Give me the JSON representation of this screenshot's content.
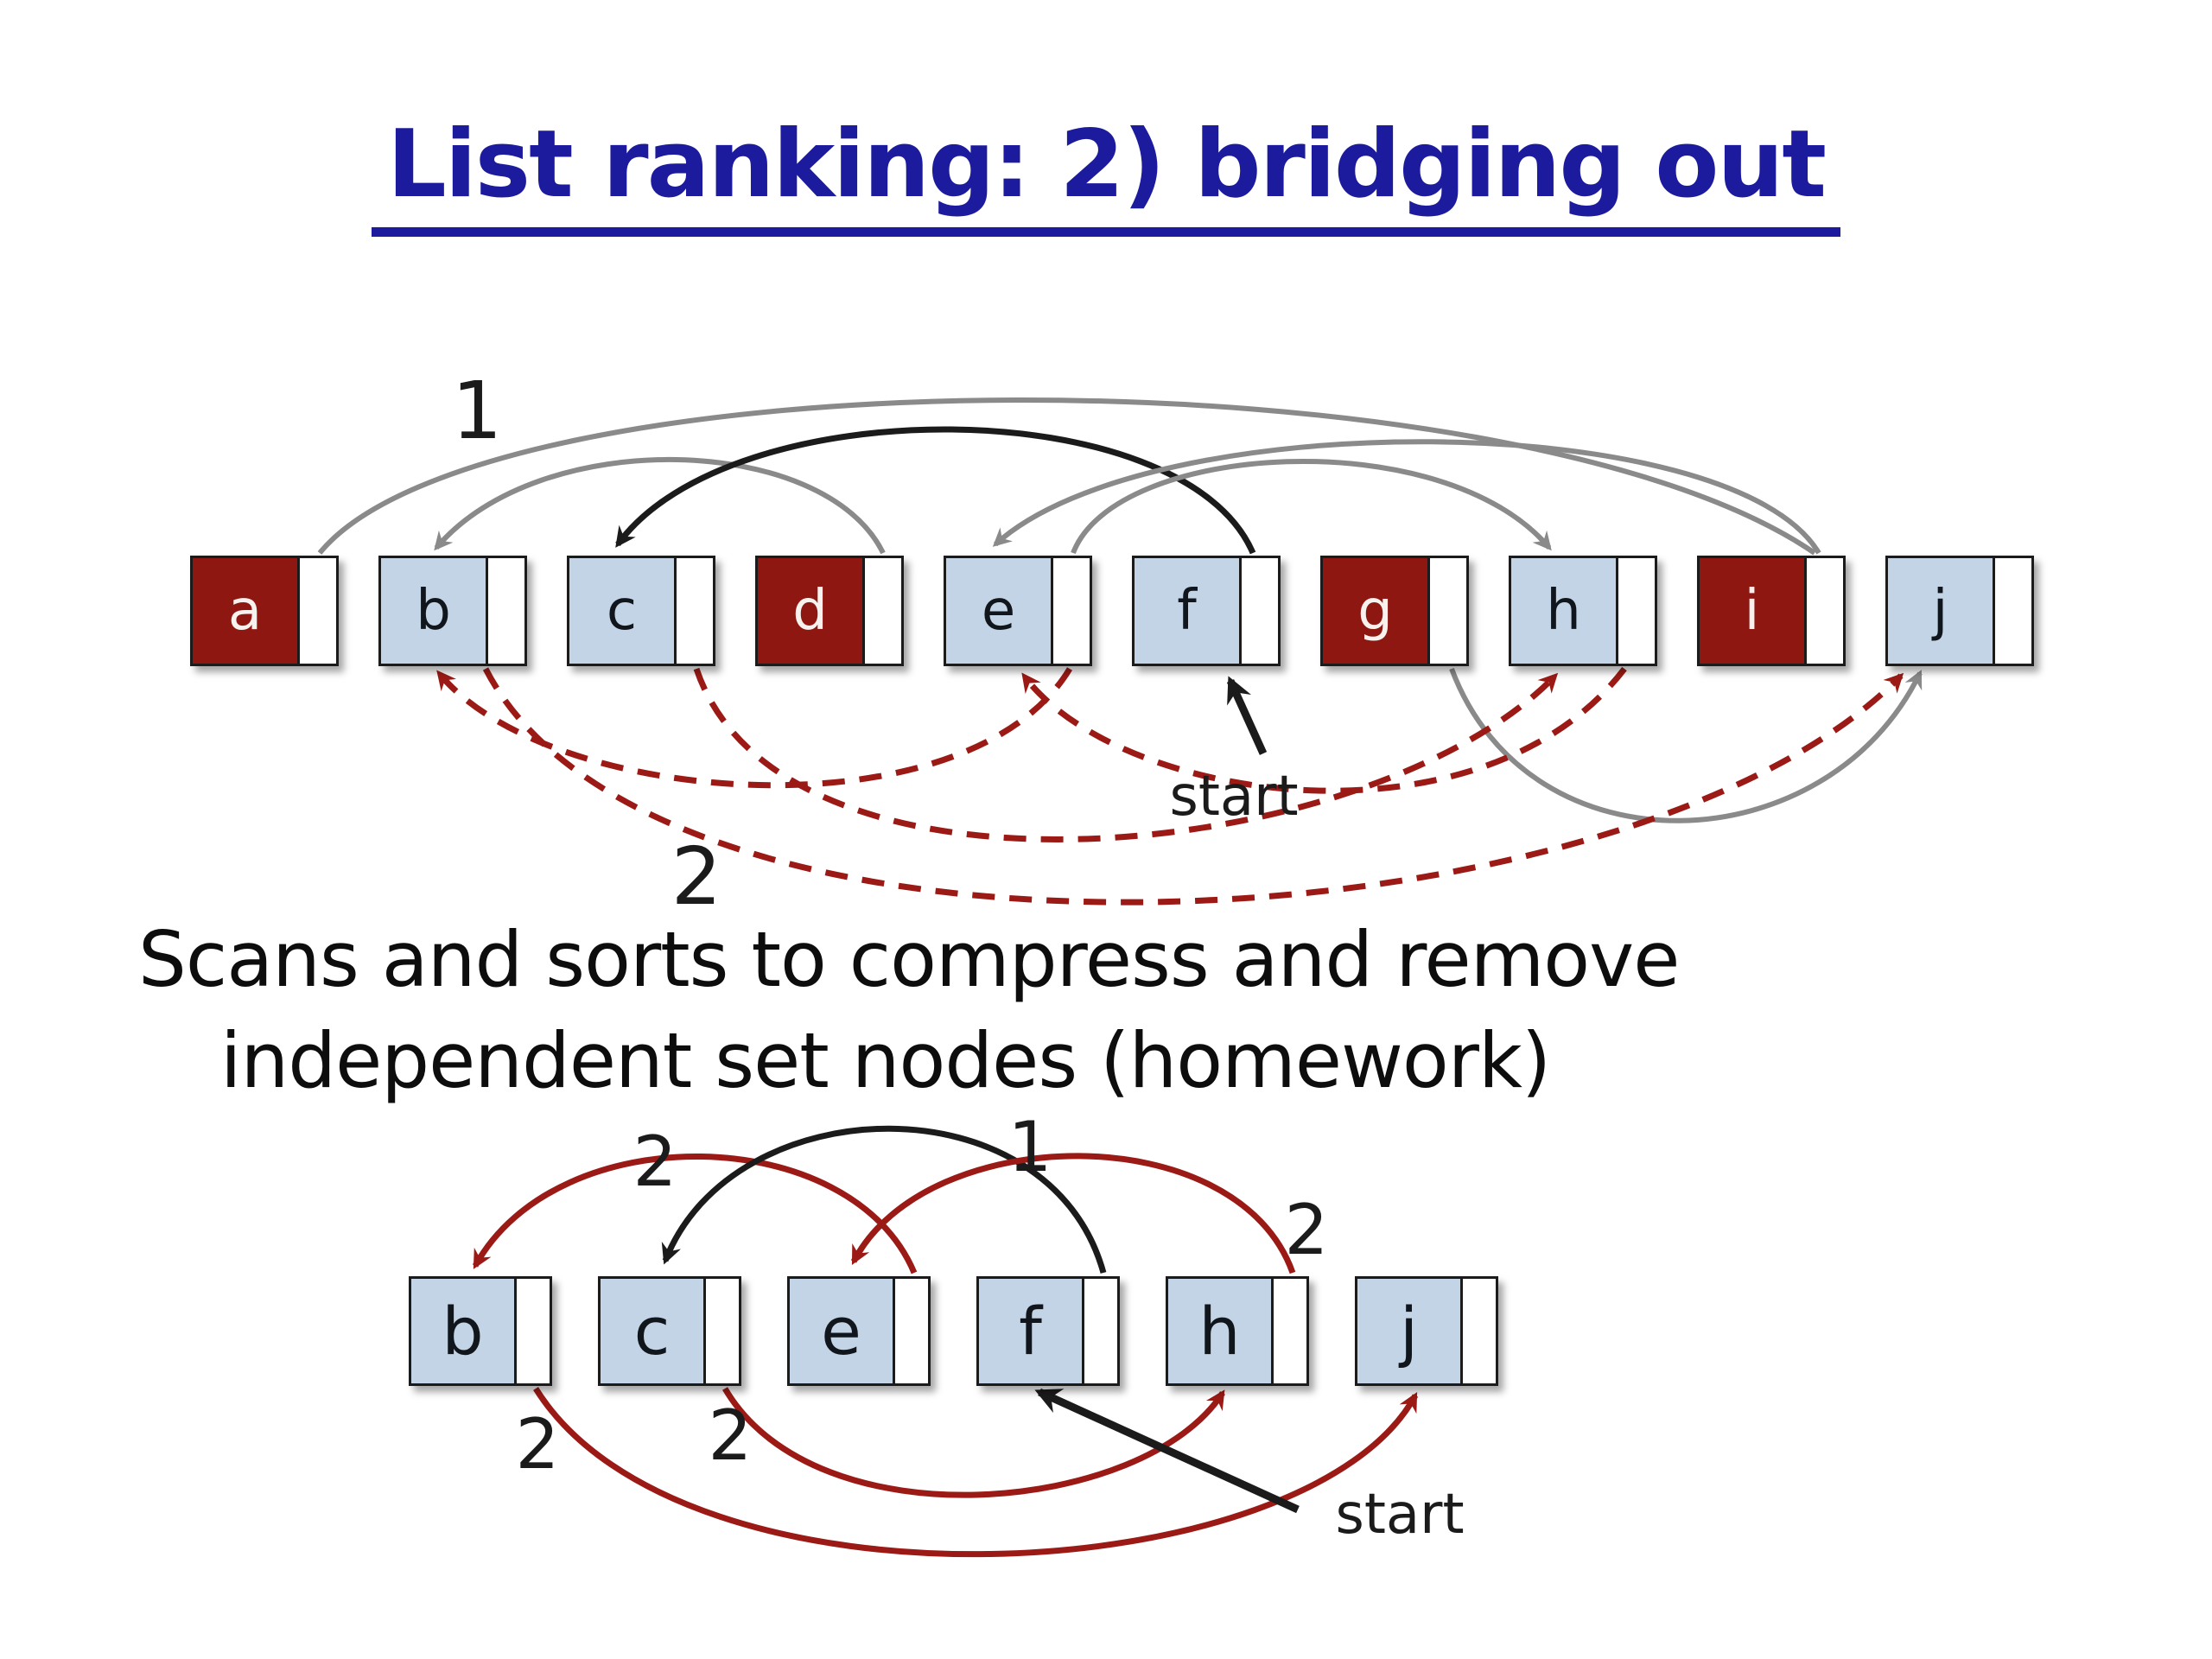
{
  "slide": {
    "title": "List ranking: 2) bridging out",
    "title_color": "#1c1b9e"
  },
  "body_text": {
    "line1": "Scans and sorts to compress and remove",
    "line2": "independent set nodes (homework)"
  },
  "labels": {
    "top_hop_one": "1",
    "top_hop_two": "2",
    "top_start": "start",
    "bottom_two_left": "2",
    "bottom_one": "1",
    "bottom_two_right": "2",
    "bottom_below_two_a": "2",
    "bottom_below_two_b": "2",
    "bottom_start": "start"
  },
  "colors": {
    "independent_set_node": "#8e1712",
    "regular_node": "#c3d4e7",
    "arc_gray": "#8a8a8a",
    "arc_black": "#1b1b1b",
    "arc_red_dashed": "#9b1a15",
    "node_border": "#1b1b1b",
    "title_navy": "#1c1b9e"
  },
  "top_list": {
    "description": "linked list of 10 cells; dark red cells are the independent set being bridged out; start pointer at f",
    "start_node": "f",
    "nodes": [
      {
        "label": "a",
        "color": "red"
      },
      {
        "label": "b",
        "color": "blue"
      },
      {
        "label": "c",
        "color": "blue"
      },
      {
        "label": "d",
        "color": "red"
      },
      {
        "label": "e",
        "color": "blue"
      },
      {
        "label": "f",
        "color": "blue"
      },
      {
        "label": "g",
        "color": "red"
      },
      {
        "label": "h",
        "color": "blue"
      },
      {
        "label": "i",
        "color": "red"
      },
      {
        "label": "j",
        "color": "blue"
      }
    ],
    "edges_above": [
      {
        "from": "a",
        "to": "i",
        "style": "gray-solid",
        "hop_label": "1",
        "arrow_at": "none"
      },
      {
        "from": "d",
        "to": "b",
        "style": "gray-solid",
        "arrow_at": "b"
      },
      {
        "from": "f",
        "to": "c",
        "style": "black-solid",
        "arrow_at": "c"
      },
      {
        "from": "e",
        "to": "h",
        "style": "gray-solid",
        "arrow_at": "h"
      },
      {
        "from": "i",
        "to": "e",
        "style": "gray-solid",
        "arrow_at": "e"
      }
    ],
    "edges_below": [
      {
        "from": "g",
        "to": "j",
        "style": "gray-solid",
        "arrow_at": "j"
      },
      {
        "from": "e",
        "to": "b",
        "style": "red-dashed",
        "arrow_at": "b"
      },
      {
        "from": "c",
        "to": "h",
        "style": "red-dashed",
        "arrow_at": "h"
      },
      {
        "from": "h",
        "to": "e",
        "style": "red-dashed",
        "arrow_at": "e"
      },
      {
        "from": "b",
        "to": "j",
        "style": "red-dashed",
        "arrow_at": "j",
        "hop_label": "2"
      }
    ]
  },
  "bottom_list": {
    "description": "compressed list after removing independent set nodes; start pointer at f; chain f-1-c-2-h-2-e-2-b-2-j",
    "start_node": "f",
    "nodes": [
      {
        "label": "b",
        "color": "blue"
      },
      {
        "label": "c",
        "color": "blue"
      },
      {
        "label": "e",
        "color": "blue"
      },
      {
        "label": "f",
        "color": "blue"
      },
      {
        "label": "h",
        "color": "blue"
      },
      {
        "label": "j",
        "color": "blue"
      }
    ],
    "edges_above": [
      {
        "from": "e",
        "to": "b",
        "style": "red-solid",
        "arrow_at": "b",
        "hop_label": "2"
      },
      {
        "from": "f",
        "to": "c",
        "style": "black-solid",
        "arrow_at": "c",
        "hop_label": "1"
      },
      {
        "from": "h",
        "to": "e",
        "style": "red-solid",
        "arrow_at": "e",
        "hop_label": "2"
      }
    ],
    "edges_below": [
      {
        "from": "b",
        "to": "j",
        "style": "red-solid",
        "arrow_at": "j",
        "hop_label": "2"
      },
      {
        "from": "c",
        "to": "h",
        "style": "red-solid",
        "arrow_at": "h",
        "hop_label": "2"
      }
    ]
  }
}
